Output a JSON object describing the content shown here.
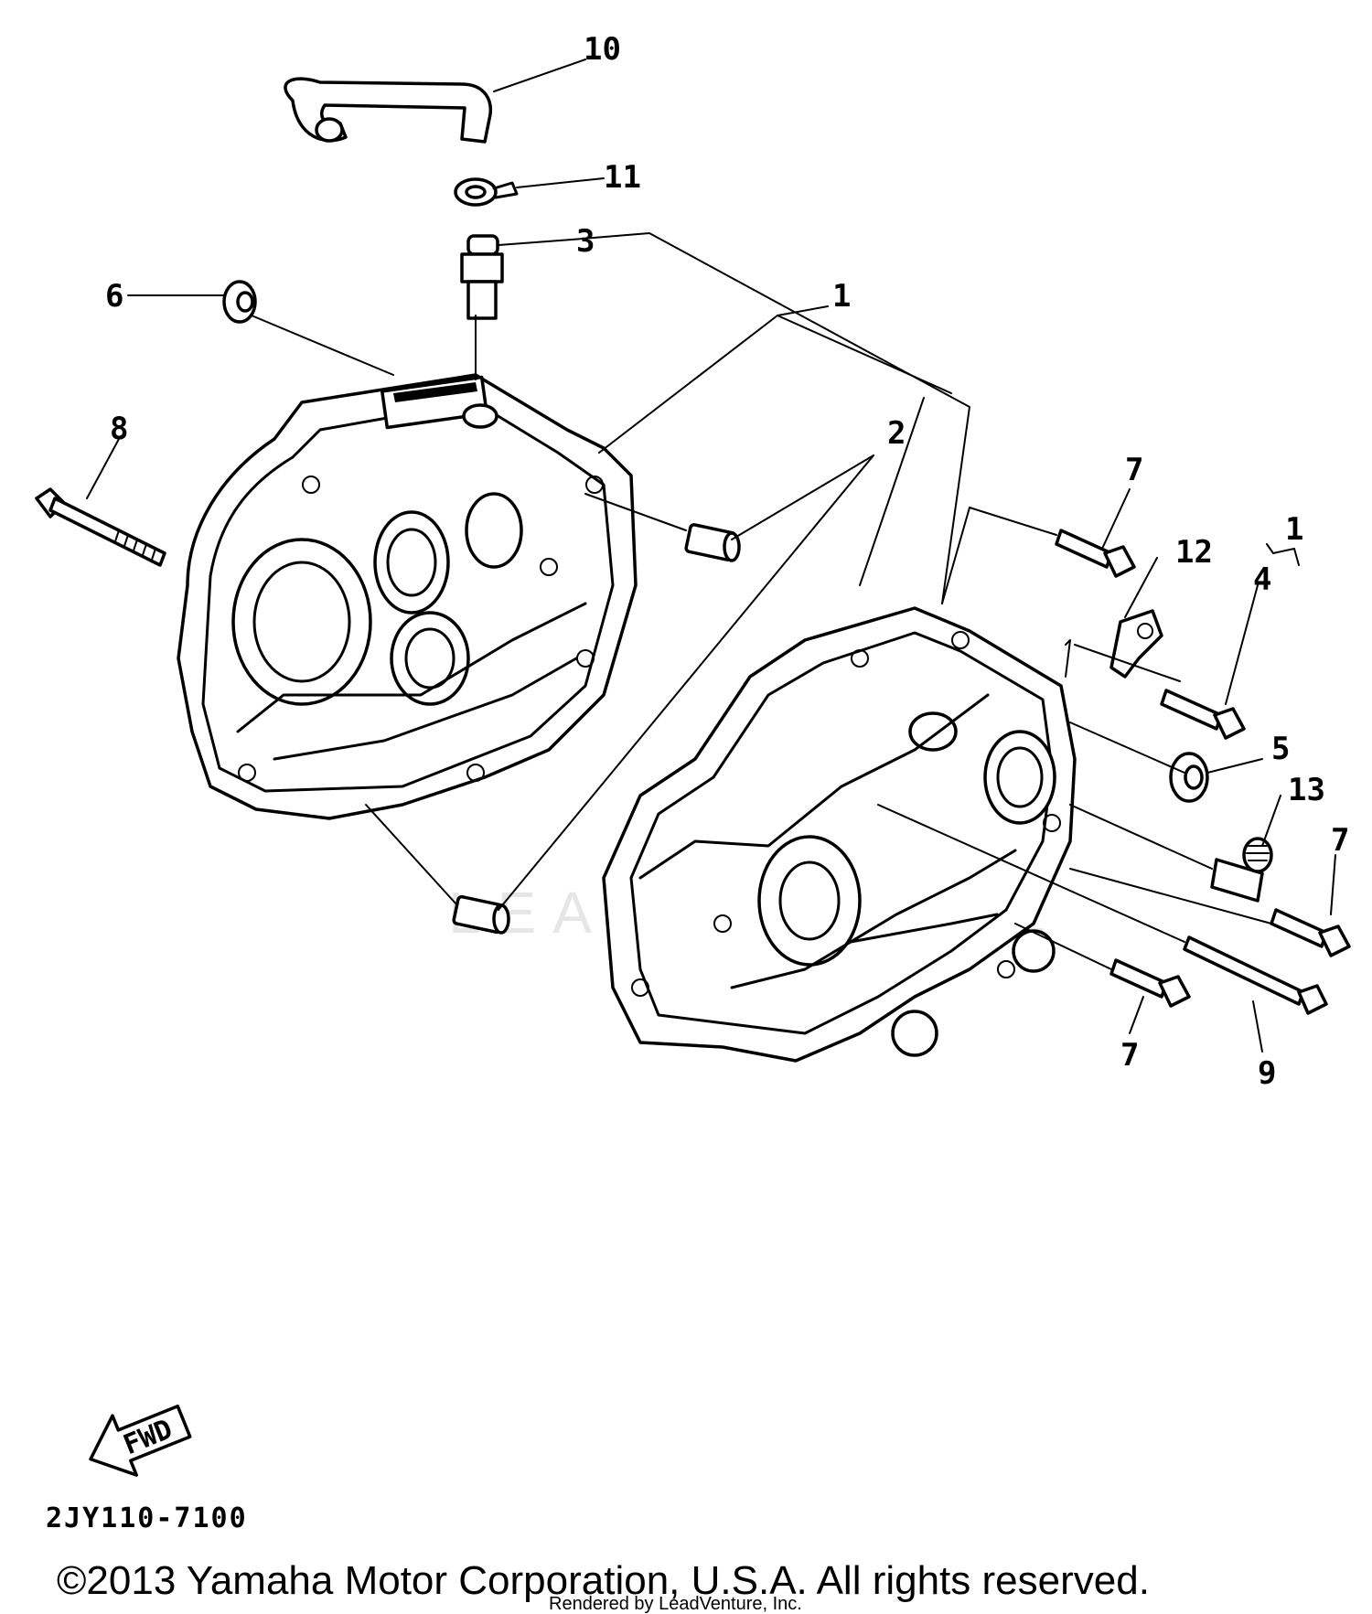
{
  "callouts": {
    "c10": "10",
    "c11": "11",
    "c3": "3",
    "c6": "6",
    "c1_top": "1",
    "c8": "8",
    "c2": "2",
    "c7_top": "7",
    "c12": "12",
    "c1_right": "1",
    "c4": "4",
    "c5": "5",
    "c13": "13",
    "c7_right": "7",
    "c7_bottom": "7",
    "c9": "9"
  },
  "direction_arrow": {
    "label": "FWD"
  },
  "diagram_code": "2JY110-7100",
  "watermark": "LEADVENTURE",
  "footer": {
    "copyright": "©2013 Yamaha Motor Corporation, U.S.A. All rights reserved.",
    "rendered_by": "Rendered by LeadVenture, Inc."
  }
}
